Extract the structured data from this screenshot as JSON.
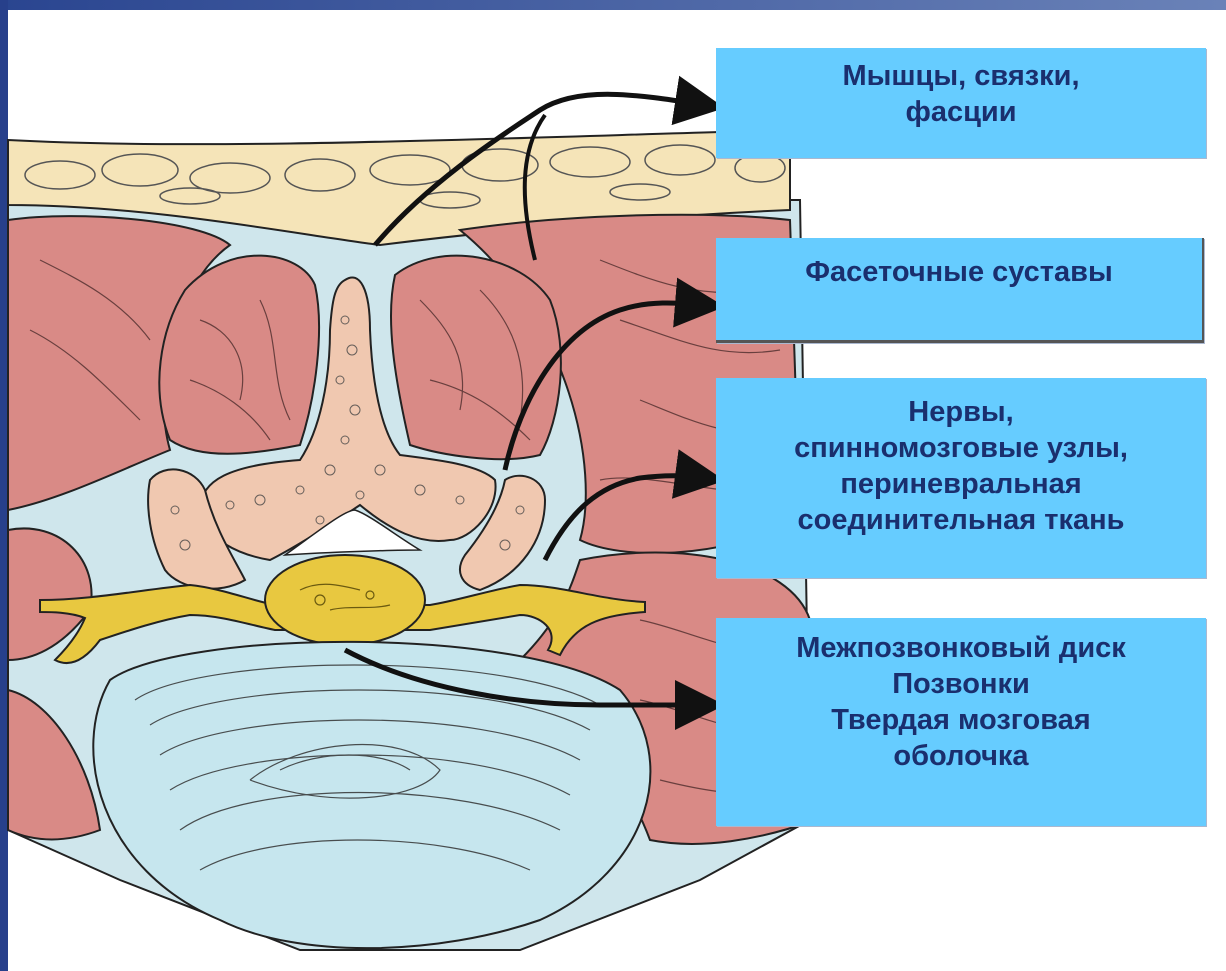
{
  "labels": {
    "muscles": {
      "line1": "Мышцы, связки,",
      "line2": "фасции"
    },
    "facets": {
      "line1": "Фасеточные суставы"
    },
    "nerves": {
      "line1": "Нервы,",
      "line2": "спинномозговые узлы,",
      "line3": "периневральная",
      "line4": "соединительная ткань"
    },
    "disc": {
      "line1": "Межпозвонковый диск",
      "line2": "Позвонки",
      "line3": "Твердая мозговая",
      "line4": "оболочка"
    }
  },
  "colors": {
    "label_bg": "#66ccff",
    "label_text": "#1a2f6e",
    "fat": "#f5e4b8",
    "fascia": "#cfe6ec",
    "muscle": "#d98a86",
    "bone": "#f0c8b0",
    "nerve": "#e8c840",
    "disc": "#c6e6ee",
    "frame": "#27408b"
  }
}
